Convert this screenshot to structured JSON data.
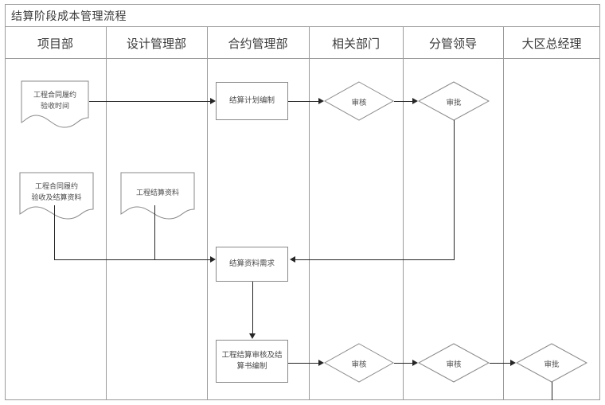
{
  "title": "结算阶段成本管理流程",
  "columns": [
    {
      "label": "项目部"
    },
    {
      "label": "设计管理部"
    },
    {
      "label": "合约管理部"
    },
    {
      "label": "相关部门"
    },
    {
      "label": "分管领导"
    },
    {
      "label": "大区总经理"
    }
  ],
  "nodes": {
    "doc_contract_time": {
      "type": "document",
      "lines": [
        "工程合同履约",
        "验收时间"
      ],
      "column": "项目部"
    },
    "proc_settlement_plan": {
      "type": "process",
      "label": "结算计划编制",
      "column": "合约管理部"
    },
    "dec_review_1": {
      "type": "decision",
      "label": "审核",
      "column": "相关部门"
    },
    "dec_approve_1": {
      "type": "decision",
      "label": "审批",
      "column": "分管领导"
    },
    "doc_contract_data": {
      "type": "document",
      "lines": [
        "工程合同履约",
        "验收及结算资料"
      ],
      "column": "项目部"
    },
    "doc_settlement_data": {
      "type": "document",
      "lines": [
        "工程结算资料"
      ],
      "column": "设计管理部"
    },
    "proc_data_request": {
      "type": "process",
      "label": "结算资料需求",
      "column": "合约管理部"
    },
    "proc_audit_book": {
      "type": "process",
      "lines": [
        "工程结算审核及结",
        "算书编制"
      ],
      "column": "合约管理部"
    },
    "dec_review_2": {
      "type": "decision",
      "label": "审核",
      "column": "相关部门"
    },
    "dec_review_3": {
      "type": "decision",
      "label": "审核",
      "column": "分管领导"
    },
    "dec_approve_2": {
      "type": "decision",
      "label": "审批",
      "column": "大区总经理"
    }
  },
  "colors": {
    "border": "#9b9b9b",
    "shape_stroke": "#8a8a8a",
    "connector": "#262626",
    "text": "#4a4a4a",
    "background": "#ffffff"
  }
}
